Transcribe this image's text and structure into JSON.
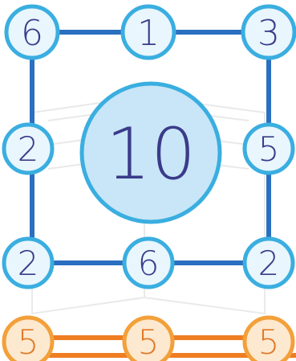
{
  "puzzle": {
    "center_total": "10",
    "square": {
      "top_left": "6",
      "top_middle": "1",
      "top_right": "3",
      "middle_left": "2",
      "middle_right": "5",
      "bottom_left": "2",
      "bottom_middle": "6",
      "bottom_right": "2"
    },
    "next_row": {
      "left": "5",
      "middle": "5",
      "right": "5"
    }
  },
  "colors": {
    "blue_line": "#2a6fc0",
    "blue_ring": "#3aaee0",
    "node_fill": "#e9f6fd",
    "center_fill": "#c8e6f7",
    "orange_line": "#ef7d22",
    "orange_ring": "#f3a03a",
    "orange_fill": "#fde9cf",
    "digit_color": "#3b3b8a"
  }
}
